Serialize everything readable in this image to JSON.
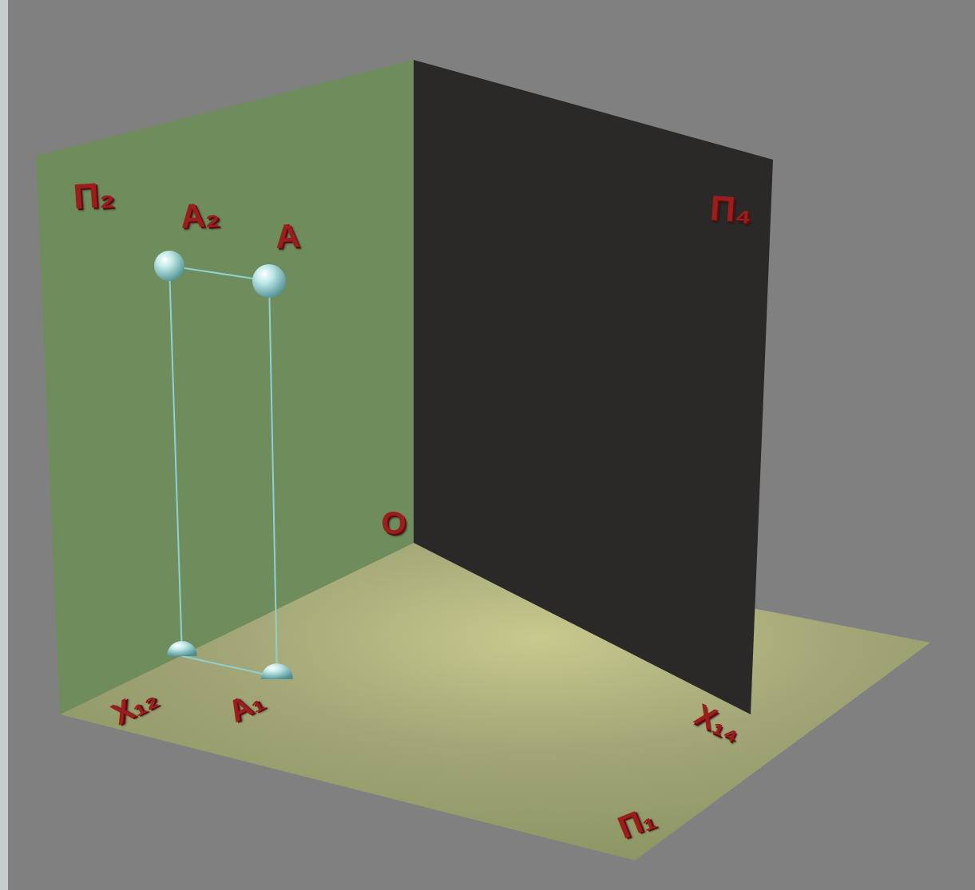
{
  "diagram": {
    "labels": [
      "П₂",
      "A₂",
      "A",
      "П₄",
      "O",
      "X₁₂",
      "A₁",
      "X₁₄",
      "П₁"
    ]
  }
}
